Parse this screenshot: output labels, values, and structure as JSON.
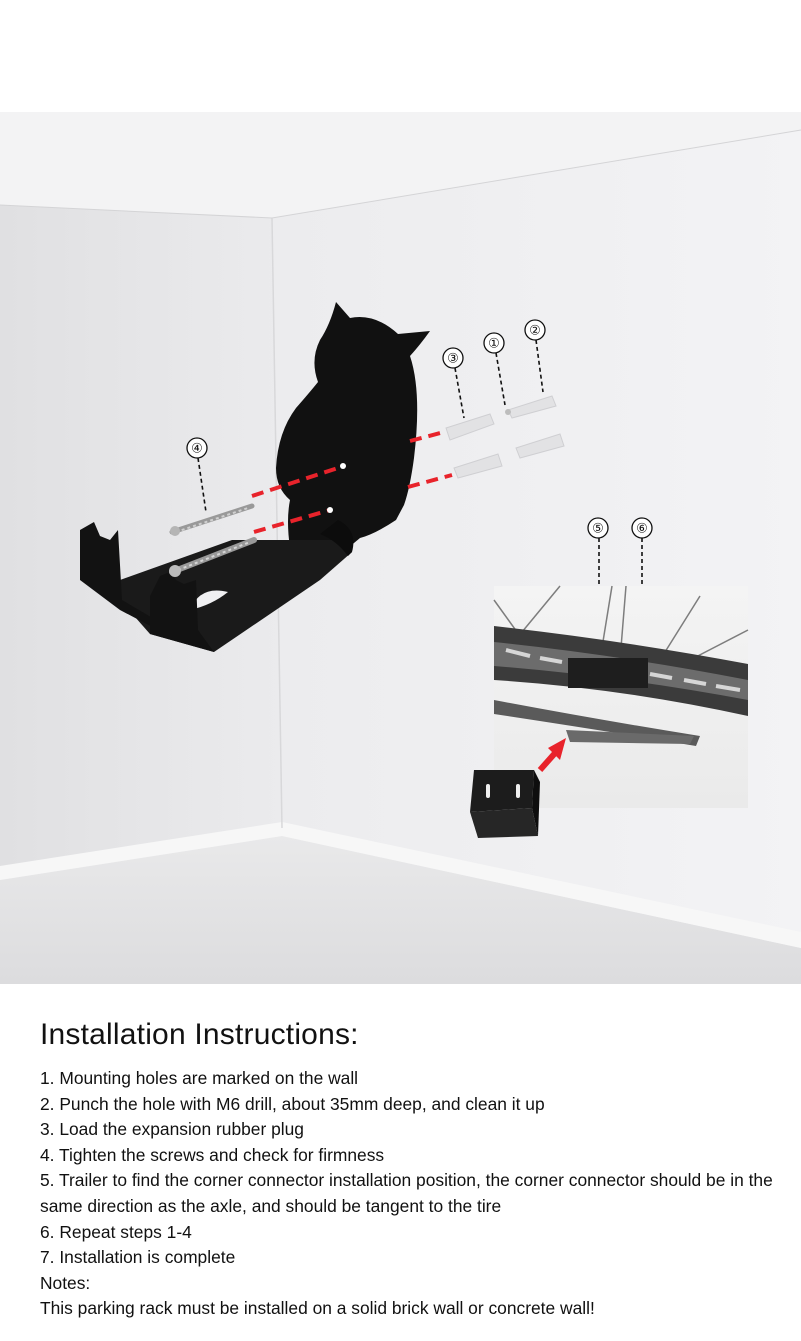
{
  "colors": {
    "wall_left": "#e3e3e3",
    "wall_right": "#efeff1",
    "ceiling": "#f2f2f2",
    "floor": "#e6e6e6",
    "rack": "#111111",
    "guide_red": "#e8232b",
    "plug": "#e4e4e4",
    "text": "#111111"
  },
  "callouts": {
    "plug_a": "①",
    "plug_b": "②",
    "plug_c": "③",
    "screw": "④",
    "connector_a": "⑤",
    "connector_b": "⑥"
  },
  "instructions": {
    "title": "Installation Instructions:",
    "steps": [
      "1. Mounting holes are marked on the wall",
      "2. Punch the hole with M6 drill, about 35mm deep, and clean it up",
      "3. Load the expansion rubber plug",
      "4. Tighten the screws and check for firmness",
      "5. Trailer to find the corner connector installation position, the corner connector should be in the same direction as the axle, and should be tangent to the tire",
      "6. Repeat steps 1-4",
      "7. Installation is complete"
    ],
    "notes_label": "Notes:",
    "notes_text": "This parking rack must be installed on a solid brick wall or concrete wall!"
  }
}
